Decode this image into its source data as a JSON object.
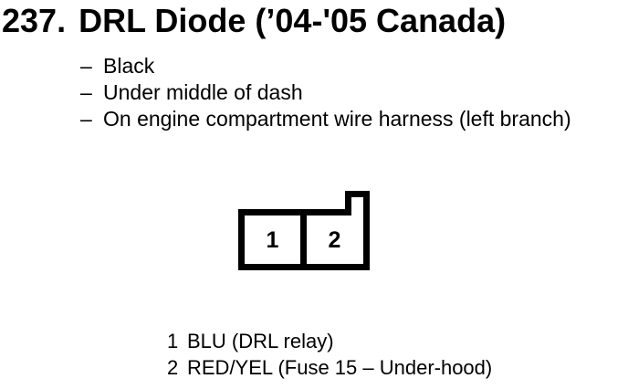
{
  "document": {
    "background": "#ffffff",
    "ink": "#000000"
  },
  "header": {
    "index": "237.",
    "title": "DRL Diode (’04-'05 Canada)"
  },
  "notes": {
    "bullet": "–",
    "items": [
      "Black",
      "Under middle of dash",
      "On engine compartment wire harness (left branch)"
    ]
  },
  "connector": {
    "outline_color": "#000000",
    "fill_color": "#ffffff",
    "pins": [
      {
        "id": "1",
        "label": "BLU (DRL relay)"
      },
      {
        "id": "2",
        "label": "RED/YEL (Fuse 15 – Under-hood)"
      }
    ]
  }
}
